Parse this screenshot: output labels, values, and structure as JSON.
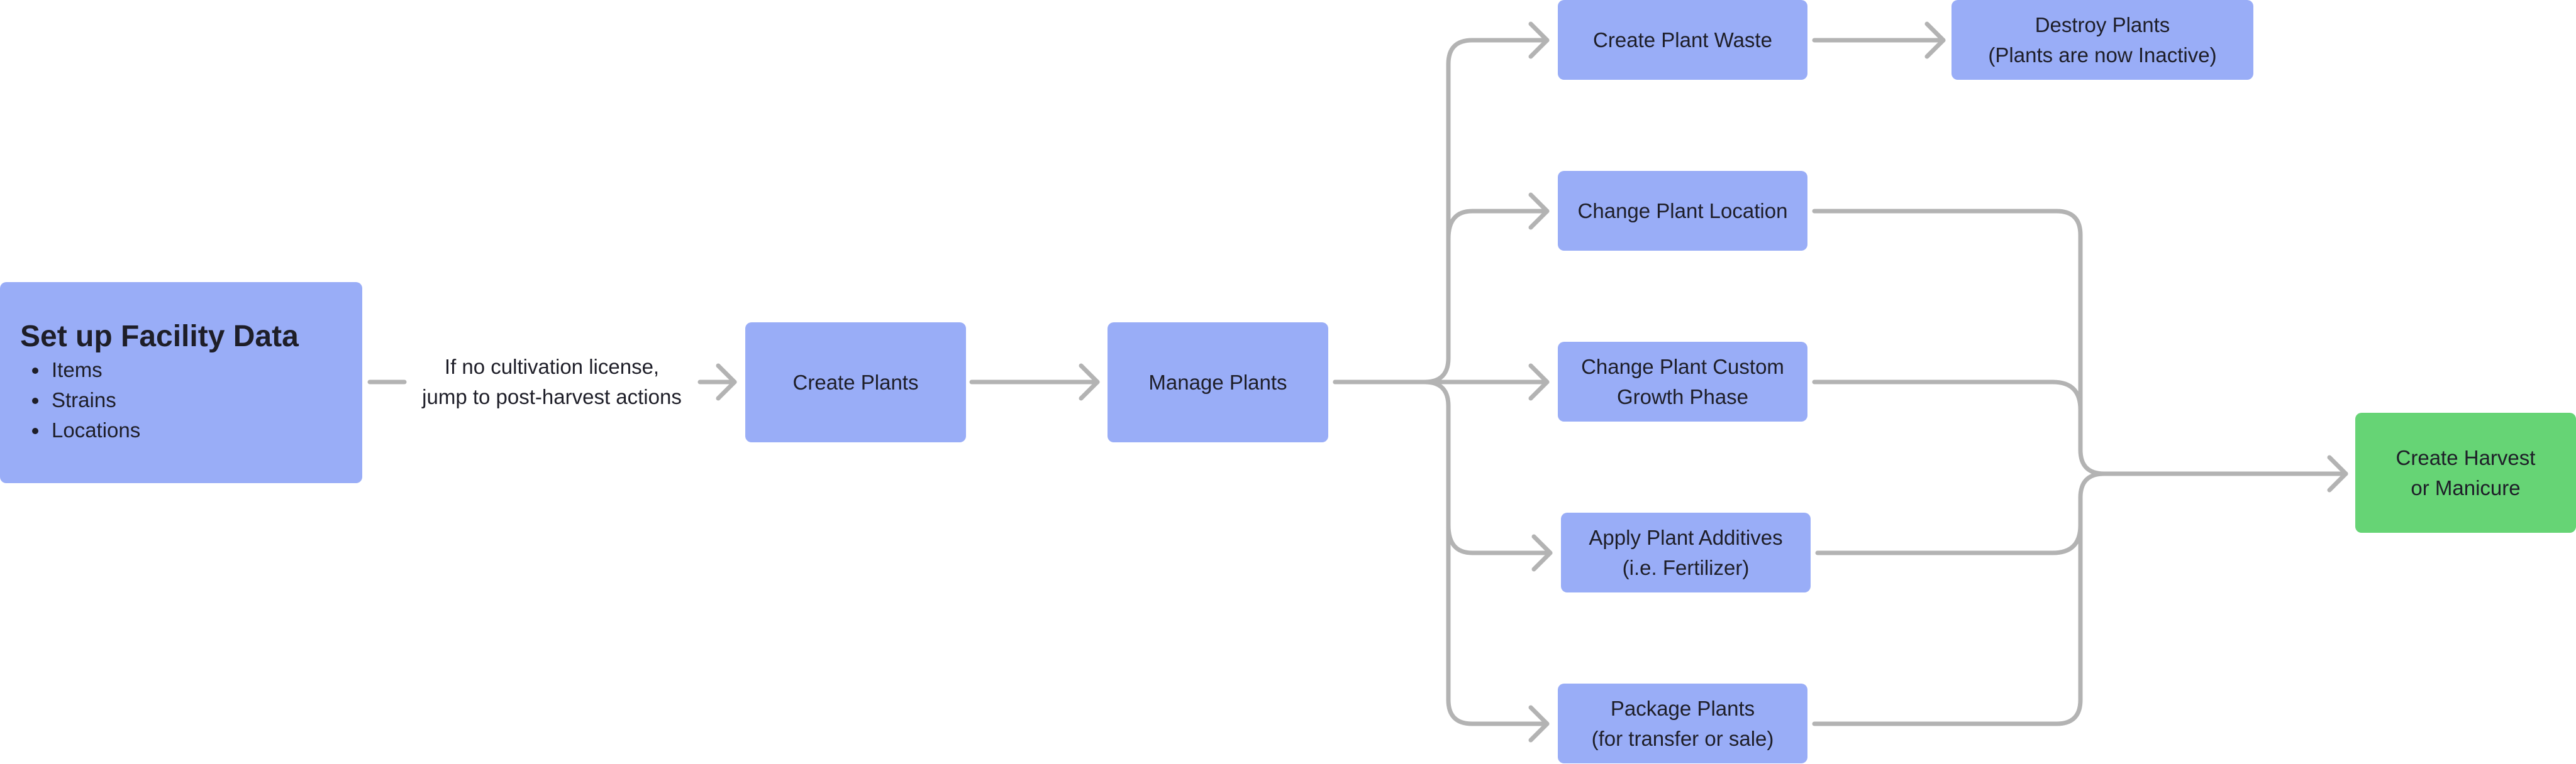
{
  "facility": {
    "title": "Set up Facility Data",
    "items": [
      "Items",
      "Strains",
      "Locations"
    ]
  },
  "edge_label": {
    "line1": "If no cultivation license,",
    "line2": "jump to post-harvest actions"
  },
  "nodes": {
    "create_plants": "Create Plants",
    "manage_plants": "Manage Plants",
    "create_plant_waste": "Create Plant Waste",
    "destroy_plants": {
      "line1": "Destroy Plants",
      "line2": "(Plants are now Inactive)"
    },
    "change_plant_location": "Change Plant Location",
    "change_growth_phase": {
      "line1": "Change Plant Custom",
      "line2": "Growth Phase"
    },
    "apply_additives": {
      "line1": "Apply Plant Additives",
      "line2": "(i.e. Fertilizer)"
    },
    "package_plants": {
      "line1": "Package Plants",
      "line2": "(for transfer or sale)"
    },
    "create_harvest": {
      "line1": "Create Harvest",
      "line2": "or Manicure"
    }
  },
  "colors": {
    "node": "#99adf7",
    "terminal_node": "#66d475",
    "connector": "#b3b3b3",
    "text": "#1e1e28"
  }
}
